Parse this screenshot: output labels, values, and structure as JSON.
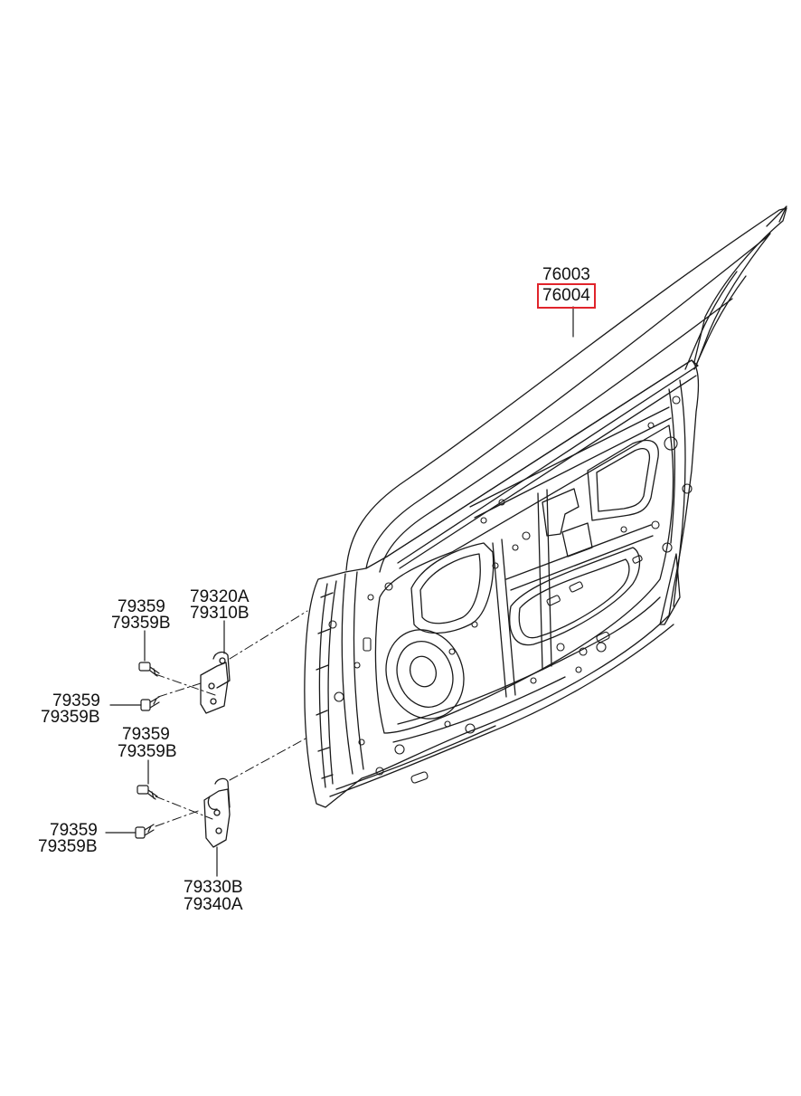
{
  "colors": {
    "line": "#1a1a1a",
    "highlight": "#e0242b",
    "background": "#ffffff"
  },
  "labels": {
    "door_panel": [
      "76003",
      "76004"
    ],
    "upper_hinge": [
      "79320A",
      "79310B"
    ],
    "upper_hinge_bolt_top": [
      "79359",
      "79359B"
    ],
    "upper_hinge_bolt_side": [
      "79359",
      "79359B"
    ],
    "lower_hinge_bolt_top": [
      "79359",
      "79359B"
    ],
    "lower_hinge_bolt_side": [
      "79359",
      "79359B"
    ],
    "lower_hinge": [
      "79330B",
      "79340A"
    ]
  },
  "highlighted_part": "76004"
}
